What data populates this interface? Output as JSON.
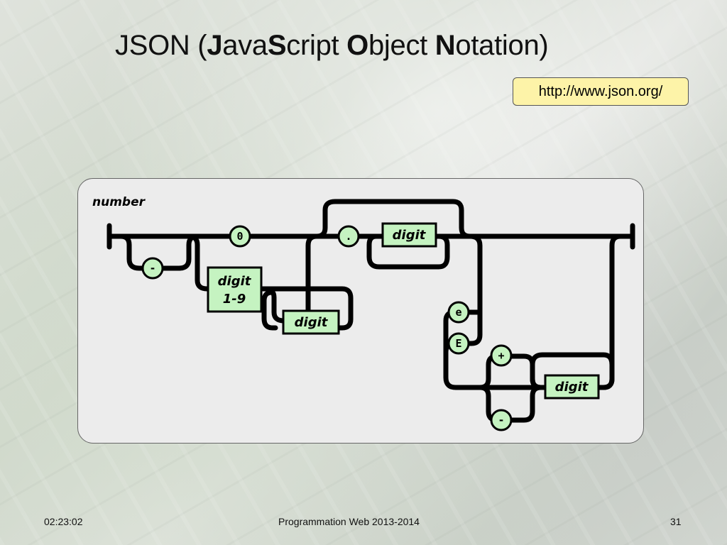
{
  "title": {
    "parts": [
      {
        "text": "JSON (",
        "bold": false
      },
      {
        "text": "J",
        "bold": true
      },
      {
        "text": "ava",
        "bold": false
      },
      {
        "text": "S",
        "bold": true
      },
      {
        "text": "cript ",
        "bold": false
      },
      {
        "text": "O",
        "bold": true
      },
      {
        "text": "bject ",
        "bold": false
      },
      {
        "text": "N",
        "bold": true
      },
      {
        "text": "otation)",
        "bold": false
      }
    ]
  },
  "link": {
    "text": "http://www.json.org/"
  },
  "diagram": {
    "label": "number",
    "nodes": {
      "minus_sign": "-",
      "zero": "0",
      "digit_1_9_line1": "digit",
      "digit_1_9_line2": "1-9",
      "digit_int": "digit",
      "dot": ".",
      "digit_frac": "digit",
      "exp_e": "e",
      "exp_E": "E",
      "plus": "+",
      "exp_minus": "-",
      "digit_exp": "digit"
    }
  },
  "footer": {
    "time": "02:23:02",
    "course": "Programmation Web 2013-2014",
    "page": "31"
  }
}
